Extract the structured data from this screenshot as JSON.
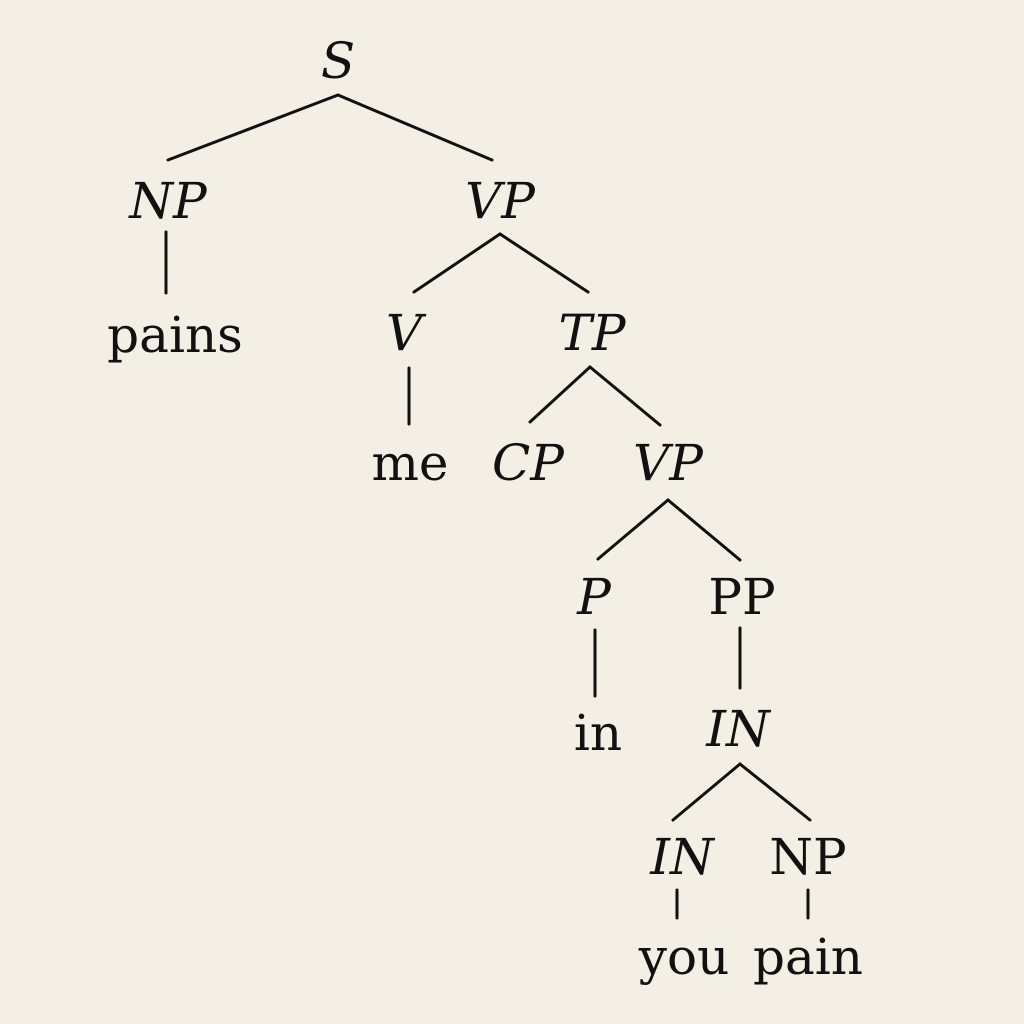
{
  "tree": {
    "nodes": {
      "s": {
        "label": "S",
        "style": "italic"
      },
      "np1": {
        "label": "NP",
        "style": "italic"
      },
      "vp1": {
        "label": "VP",
        "style": "italic"
      },
      "pains": {
        "label": "pains",
        "style": "roman"
      },
      "v": {
        "label": "V",
        "style": "italic"
      },
      "tp": {
        "label": "TP",
        "style": "italic"
      },
      "me": {
        "label": "me",
        "style": "roman"
      },
      "cp": {
        "label": "CP",
        "style": "italic"
      },
      "vp2": {
        "label": "VP",
        "style": "italic"
      },
      "p": {
        "label": "P",
        "style": "italic"
      },
      "pp": {
        "label": "PP",
        "style": "roman"
      },
      "in_word": {
        "label": "in",
        "style": "roman"
      },
      "in1": {
        "label": "IN",
        "style": "italic"
      },
      "in2": {
        "label": "IN",
        "style": "italic"
      },
      "np2": {
        "label": "NP",
        "style": "roman"
      },
      "you": {
        "label": "you",
        "style": "roman"
      },
      "pain": {
        "label": "pain",
        "style": "roman"
      }
    },
    "edges": [
      [
        "s",
        "np1"
      ],
      [
        "s",
        "vp1"
      ],
      [
        "np1",
        "pains"
      ],
      [
        "vp1",
        "v"
      ],
      [
        "vp1",
        "tp"
      ],
      [
        "v",
        "me"
      ],
      [
        "tp",
        "cp"
      ],
      [
        "tp",
        "vp2"
      ],
      [
        "vp2",
        "p"
      ],
      [
        "vp2",
        "pp"
      ],
      [
        "p",
        "in_word"
      ],
      [
        "pp",
        "in1"
      ],
      [
        "in1",
        "in2"
      ],
      [
        "in1",
        "np2"
      ],
      [
        "in2",
        "you"
      ],
      [
        "np2",
        "pain"
      ]
    ]
  }
}
